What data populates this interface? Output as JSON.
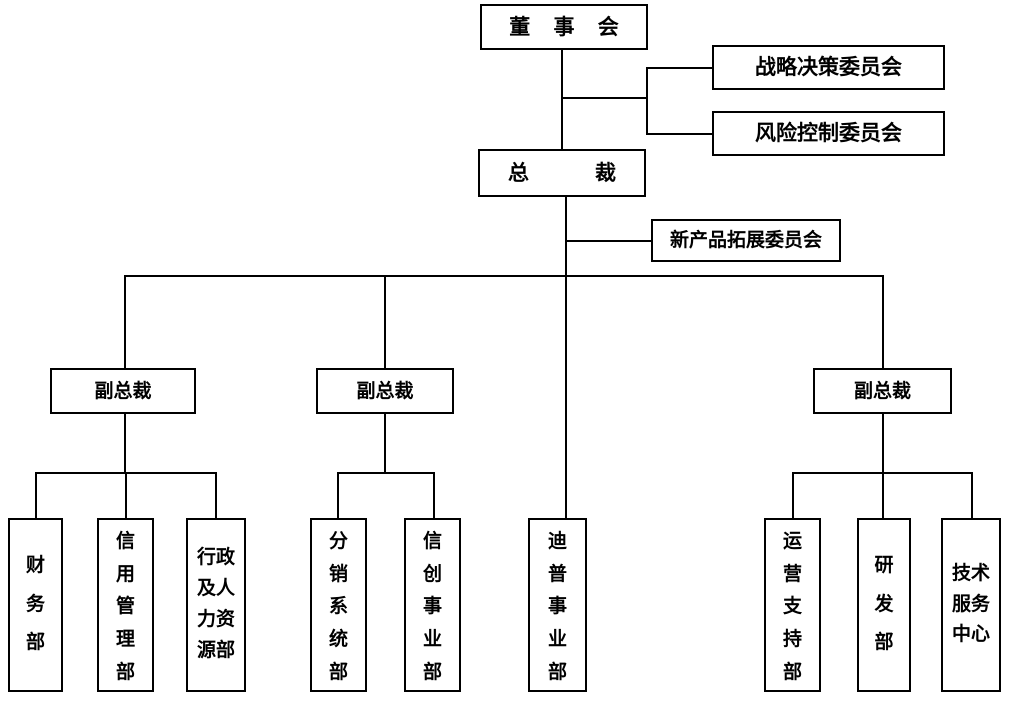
{
  "chart_title": "",
  "org_chart": {
    "type": "hierarchy",
    "orientation": "top-down",
    "line_color": "#000000",
    "box_border_color": "#000000",
    "background_color": "#ffffff",
    "nodes": {
      "board": {
        "label": "董 事 会",
        "level": 0
      },
      "president": {
        "label": "总    裁",
        "level": 1
      },
      "committees": [
        {
          "label": "战略决策委员会",
          "reports_to": "board"
        },
        {
          "label": "风险控制委员会",
          "reports_to": "board"
        },
        {
          "label": "新产品拓展委员会",
          "reports_to": "president"
        }
      ],
      "vice_presidents": [
        {
          "label": "副总裁",
          "id": "vp-left",
          "reports_to": "president"
        },
        {
          "label": "副总裁",
          "id": "vp-mid",
          "reports_to": "president"
        },
        {
          "label": "副总裁",
          "id": "vp-right",
          "reports_to": "president"
        }
      ],
      "departments": [
        {
          "label": "财\n务\n部",
          "reports_to": "vp-left"
        },
        {
          "label": "信\n用\n管\n理\n部",
          "reports_to": "vp-left"
        },
        {
          "label": "行政\n及人\n力资\n源部",
          "reports_to": "vp-left"
        },
        {
          "label": "分\n销\n系\n统\n部",
          "reports_to": "vp-mid"
        },
        {
          "label": "信\n创\n事\n业\n部",
          "reports_to": "vp-mid"
        },
        {
          "label": "迪\n普\n事\n业\n部",
          "reports_to": "president"
        },
        {
          "label": "运\n营\n支\n持\n部",
          "reports_to": "vp-right"
        },
        {
          "label": "研\n发\n部",
          "reports_to": "vp-right"
        },
        {
          "label": "技术\n服务\n中心",
          "reports_to": "vp-right"
        }
      ]
    }
  }
}
